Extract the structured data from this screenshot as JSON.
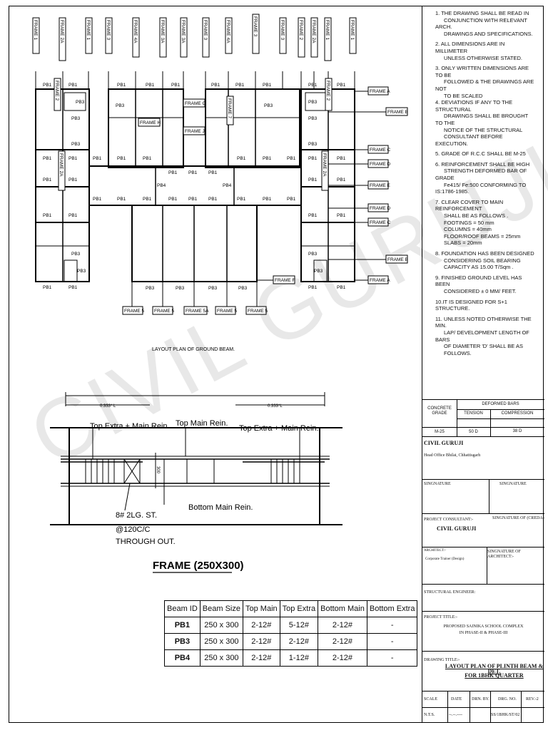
{
  "plan": {
    "title": "LAYOUT PLAN OF GROUND BEAM.",
    "top_frames": [
      "FRAME 1",
      "FRAME 2A",
      "FRAME 1",
      "FRAME 3",
      "FRAME 4A",
      "FRAME 3A",
      "FRAME 3A",
      "FRAME 3",
      "FRAME 4A",
      "FRAME 3",
      "FRAME 3",
      "FRAME 2",
      "FRAME 2A",
      "FRAME 1"
    ],
    "side_frames": [
      "FRAME A",
      "FRAME B",
      "FRAME C",
      "FRAME D",
      "FRAME E",
      "FRAME D",
      "FRAME C",
      "FRAME B",
      "FRAME A"
    ],
    "bottom_frames": [
      "FRAME 5",
      "FRAME 5",
      "FRAME 5A",
      "FRAME 5",
      "FRAME 5"
    ],
    "inner": {
      "frame_g": "FRAME G",
      "frame_h": "FRAME H",
      "frame_j": "FRAME J",
      "frame_f": "FRAME F",
      "frame_7": "FRAME 7",
      "frame_2_left": "FRAME 2",
      "frame_2a_mid": "FRAME 2A",
      "frame_2_right": "FRAME 2",
      "frame_2a_right": "FRAME 2A"
    },
    "beams": {
      "pb1": "PB1",
      "pb3": "PB3",
      "pb4": "PB4"
    }
  },
  "frame_detail": {
    "dim_left": "0.333* L",
    "dim_right": "0.333*L",
    "top_extra_left": "Top Extra + Main Rein.",
    "top_main": "Top Main Rein.",
    "top_extra_right": "Top Extra + Main Rein.",
    "bottom_main": "Bottom Main Rein.",
    "stirrup_1": "8# 2LG. ST.",
    "stirrup_2": "@120C/C",
    "stirrup_3": "THROUGH OUT.",
    "depth": "300",
    "title": "FRAME (250X300)"
  },
  "beam_table": {
    "headers": [
      "Beam ID",
      "Beam Size",
      "Top Main",
      "Top Extra",
      "Bottom Main",
      "Bottom Extra"
    ],
    "rows": [
      [
        "PB1",
        "250 x 300",
        "2-12#",
        "5-12#",
        "2-12#",
        "-"
      ],
      [
        "PB3",
        "250 x 300",
        "2-12#",
        "2-12#",
        "2-12#",
        "-"
      ],
      [
        "PB4",
        "250 x 300",
        "2-12#",
        "1-12#",
        "2-12#",
        "-"
      ]
    ]
  },
  "notes": {
    "n1a": "1. THE DRAWING SHALL BE READ IN",
    "n1b": "CONJUNCTION WITH RELEVANT ARCH.",
    "n1c": "DRAWINGS AND SPECIFICATIONS.",
    "n2a": "2. ALL DIMENSIONS ARE IN MILLIMETER",
    "n2b": "UNLESS OTHERWISE STATED.",
    "n3a": "3. ONLY WRITTEN DIMENSIONS ARE TO BE",
    "n3b": "FOLLOWED & THE DRAWINGS ARE NOT",
    "n3c": "TO BE SCALED",
    "n4a": "4. DEVIATIONS IF ANY TO THE",
    "n4b": "STRUCTURAL",
    "n4c": "DRAWINGS SHALL BE BROUGHT TO THE",
    "n4d": "NOTICE OF THE  STRUCTURAL",
    "n4e": "CONSULTANT BEFORE  EXECUTION.",
    "n5": "5. GRADE  OF R.C.C SHALL BE M-25",
    "n6a": "6. REINFORCEMENT SHALL BE HIGH",
    "n6b": "STRENGTH DEFORMED BAR OF GRADE",
    "n6c": "Fe415/ Fe:500 CONFORMING TO",
    "n6d": "IS:1786-1985.",
    "n7a": "7. CLEAR COVER TO MAIN  REINFORCEMENT",
    "n7b": "SHALL BE  AS  FOLLOWS .",
    "n7c": "FOOTINGS = 50 mm",
    "n7d": "COLUMNS = 40mm",
    "n7e": "FLOOR/ROOF BEAMS = 25mm",
    "n7f": "SLABS = 20mm",
    "n8a": "8. FOUNDATION HAS BEEN DESIGNED",
    "n8b": "CONSIDERING SOIL BEARING",
    "n8c": "CAPACITY  AS 15.00 T/Sqm .",
    "n9a": "9. FINISHED GROUND LEVEL HAS BEEN",
    "n9b": "CONSIDERED   ± 0 MM/ FEET.",
    "n10": "10.IT IS DESIGNED FOR S+1 STRUCTURE.",
    "n11a": "11. UNLESS NOTED OTHERWISE THE MIN.",
    "n11b": "LAP/ DEVELOPMENT LENGTH OF BARS",
    "n11c": "OF DIAMETER 'D' SHALL BE AS",
    "n11d": "FOLLOWS."
  },
  "lap_table": {
    "concrete_grade": "CONCRETE GRADE",
    "deformed_bars": "DEFORMED BARS",
    "tension": "TENSION",
    "compression": "COMPRESSION",
    "grade": "M-25",
    "tension_val": "50 D",
    "compression_val": "38 D"
  },
  "title_block": {
    "firm": "CIVIL GURUJI",
    "office": "Head Office Bhilai, Chhattisgarh",
    "sign_left": "SINGNATURE",
    "sign_right": "SINGNATURE",
    "consultant_label": "PROJECT CONSULTANT:-",
    "consultant": "CIVIL GURUJI",
    "sign_credа": "SINGNATURE OF (CREDA)",
    "architect_label": "ARCHITECT:-",
    "architect": "Corporate Trainer (Design)",
    "sign_architect": "SINGNATURE OF ARCHITECT:-",
    "structural": "STRUCTURAL ENGINEER:",
    "project_label": "PROJECT TITLE:-",
    "project_1": "PROPOSED SAINIKA SCHOOL COMPLEX",
    "project_2": "IN PHASE-II & PHASE-III",
    "drawing_label": "DRAWING TITLE:-",
    "drawing_1": "LAYOUT PLAN OF PLINTH BEAM & DET.",
    "drawing_2": "FOR 1BHK QUARTER",
    "scale": "SCALE",
    "date": "DATE",
    "drn": "DRN. BY.",
    "drg": "DRG. NO.",
    "rev": "REV.-2",
    "scale_val": "N.T.S.",
    "date_val": "--.--.----",
    "drg_val": "SS/1BHK/ST/02"
  },
  "watermark": "CIVIL GURUJI"
}
